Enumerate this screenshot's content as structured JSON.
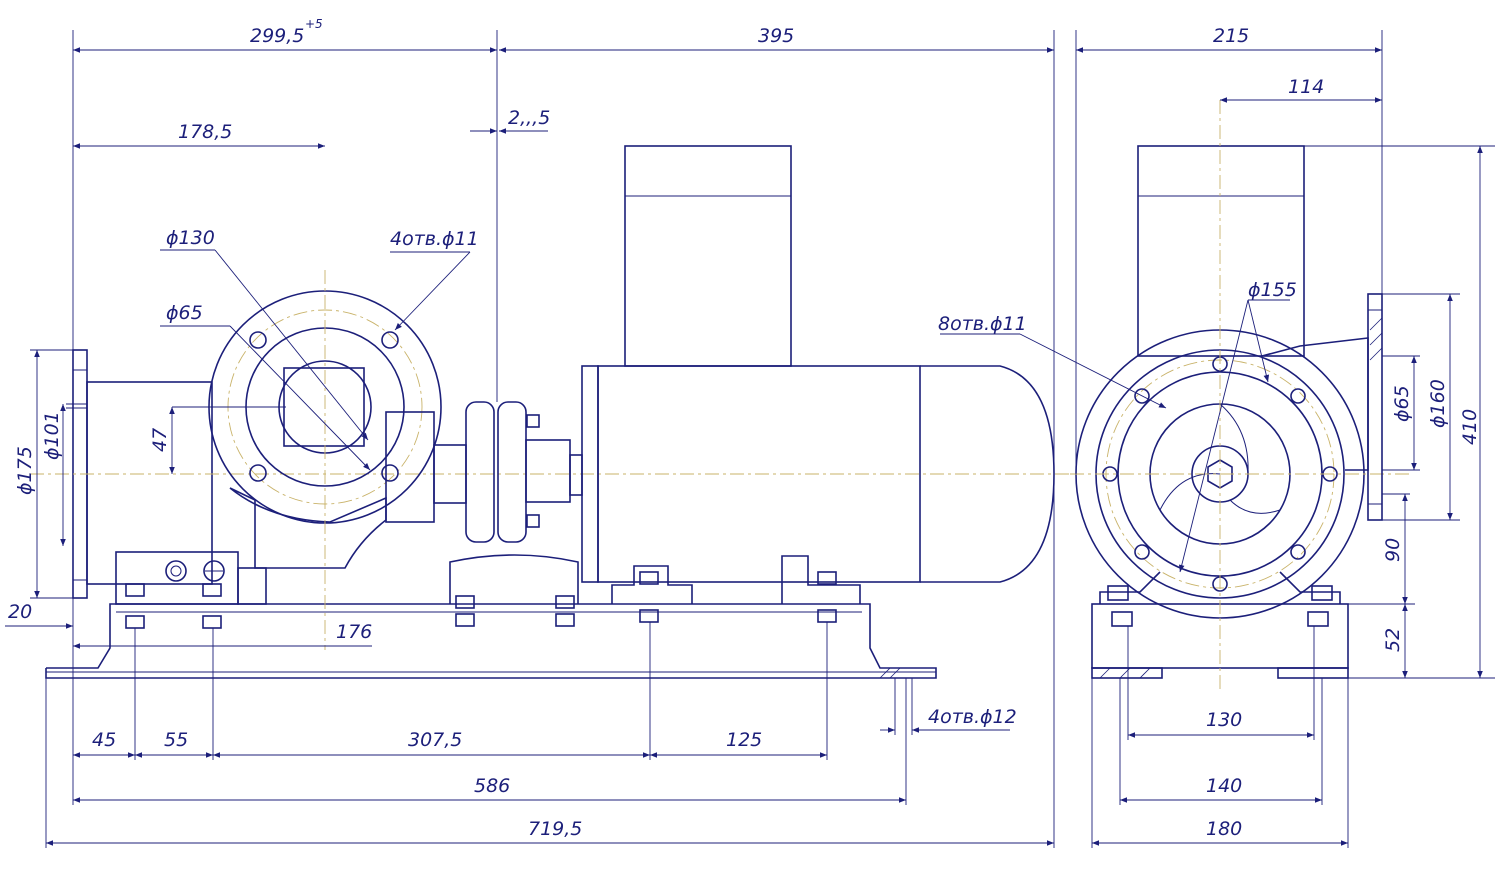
{
  "drawing": {
    "dimensions": {
      "d299": "299,5",
      "d299_tol": "+5",
      "d395": "395",
      "d215": "215",
      "d114": "114",
      "d178": "178,5",
      "d2_5": "2,,,5",
      "d130phi": "ϕ130",
      "d65phi": "ϕ65",
      "holes4x11": "4отв.ϕ11",
      "d47": "47",
      "d101phi": "ϕ101",
      "d175phi": "ϕ175",
      "d20": "20",
      "d176": "176",
      "d45": "45",
      "d55": "55",
      "d307": "307,5",
      "d125": "125",
      "holes4x12": "4отв.ϕ12",
      "d586": "586",
      "d719": "719,5",
      "d155phi": "ϕ155",
      "holes8x11": "8отв.ϕ11",
      "d65phi_side": "ϕ65",
      "d160phi": "ϕ160",
      "d410": "410",
      "d90": "90",
      "d52": "52",
      "d130": "130",
      "d140": "140",
      "d180": "180"
    }
  }
}
